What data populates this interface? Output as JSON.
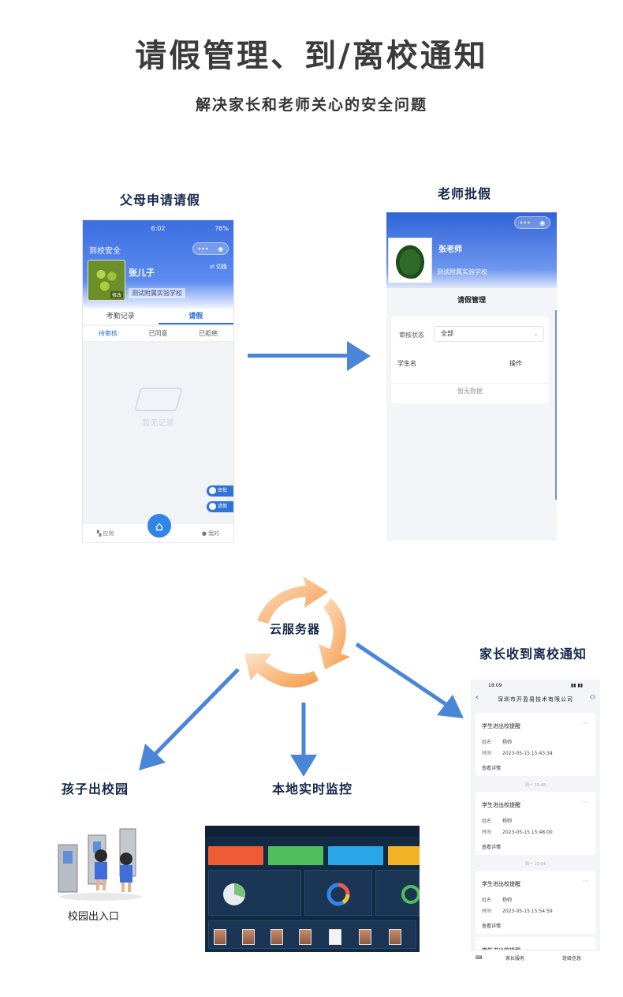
{
  "header": {
    "title": "请假管理、到/离校通知",
    "subtitle": "解决家长和老师关心的安全问题"
  },
  "sections": {
    "parent_apply": "父母申请请假",
    "teacher_approve": "老师批假",
    "cloud_server": "云服务器",
    "child_leaves": "孩子出校园",
    "local_monitor": "本地实时监控",
    "parent_notified": "家长收到离校通知"
  },
  "phone1": {
    "time": "6:02",
    "battery": "76%",
    "app_name": "到校安全",
    "student_name": "张儿子",
    "switch_label": "切换",
    "avatar_tag": "修改",
    "school": "测试附属实验学校",
    "tabs": [
      "考勤记录",
      "请假"
    ],
    "subtabs": [
      "待审核",
      "已同意",
      "已拒绝"
    ],
    "empty_text": "暂无记录",
    "fab_1": "审批",
    "fab_2": "请假",
    "nav": [
      "应用",
      "我的"
    ]
  },
  "phone2": {
    "teacher_name": "张老师",
    "school": "测试附属实验学校",
    "page_title": "请假管理",
    "filter_label": "审核状态",
    "filter_value": "全部",
    "col_student": "学生名",
    "col_action": "操作",
    "no_data": "暂无数据"
  },
  "gate": {
    "label": "校园出入口"
  },
  "phone3": {
    "time": "18:09",
    "org_title": "深圳市开盈易技术有限公司",
    "messages": [
      {
        "title": "学生进出校提醒",
        "name_label": "姓名",
        "name": "杨帅",
        "time_label": "时间",
        "time": "2023-05-15 15:43:34",
        "link": "查看详情"
      },
      {
        "title": "学生进出校提醒",
        "name_label": "姓名",
        "name": "杨帅",
        "time_label": "时间",
        "time": "2023-05-15 15:48:00",
        "link": "查看详情"
      },
      {
        "title": "学生进出校提醒",
        "name_label": "姓名",
        "name": "杨帅",
        "time_label": "时间",
        "time": "2023-05-15 15:54:59",
        "link": "查看详情"
      },
      {
        "title": "学生进出校提醒"
      }
    ],
    "separators": [
      "周一 15:48",
      "周一 15:54"
    ],
    "bottom_tabs": [
      "家长服务",
      "班级信息"
    ]
  },
  "colors": {
    "arrow": "#4a86d8",
    "cloud_arrow": "#f6a45c",
    "brand_blue": "#3c6ee0"
  }
}
